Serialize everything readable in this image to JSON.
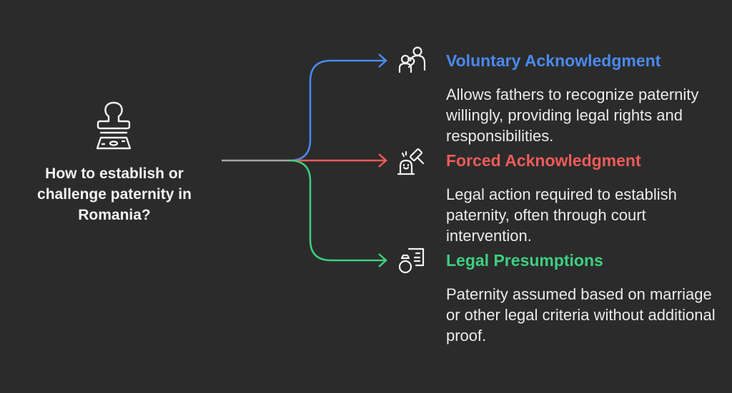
{
  "diagram": {
    "type": "tree-branch",
    "root": {
      "question": "How to establish or challenge paternity in Romania?",
      "icon": "stamp-icon"
    },
    "colors": {
      "background": "#2b2b2b",
      "stem": "#a6a6a6",
      "text": "#eaeaea"
    },
    "branches": [
      {
        "title": "Voluntary Acknowledgment",
        "description": "Allows fathers to recognize paternity willingly, providing legal rights and responsibilities.",
        "color": "#4a8af0",
        "icon": "parent-child-icon"
      },
      {
        "title": "Forced Acknowledgment",
        "description": "Legal action required to establish paternity, often through court intervention.",
        "color": "#f05a5a",
        "icon": "gavel-siren-icon"
      },
      {
        "title": "Legal Presumptions",
        "description": "Paternity assumed based on marriage or other legal criteria without additional proof.",
        "color": "#3ecf80",
        "icon": "ring-document-icon"
      }
    ]
  }
}
